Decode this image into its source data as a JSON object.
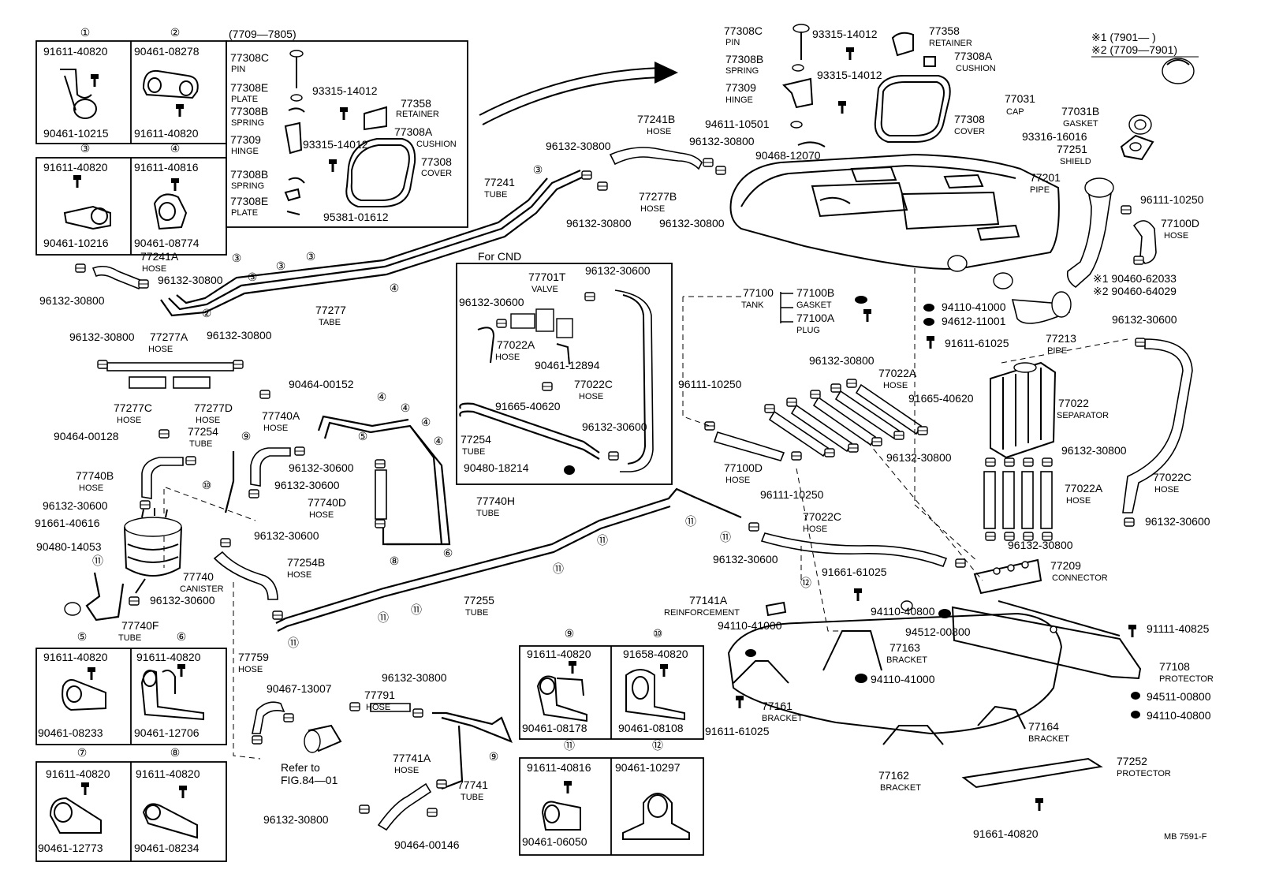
{
  "figure": {
    "code": "MB 7591-F",
    "notes": [
      "※1 (7901—      )",
      "※2 (7709—7901)"
    ],
    "inset_period": "(7709—7805)",
    "inset_cnd": "For CND",
    "refer_to": [
      "Refer to",
      "FIG.84—01"
    ]
  },
  "clamp_boxes": [
    {
      "num": "①",
      "parts": [
        "91611-40820",
        "90461-10215"
      ]
    },
    {
      "num": "②",
      "parts": [
        "90461-08278",
        "91611-40820"
      ]
    },
    {
      "num": "③",
      "parts": [
        "91611-40820",
        "90461-10216"
      ]
    },
    {
      "num": "④",
      "parts": [
        "91611-40816",
        "90461-08774"
      ]
    },
    {
      "num": "⑤",
      "parts": [
        "91611-40820",
        "90461-08233"
      ]
    },
    {
      "num": "⑥",
      "parts": [
        "91611-40820",
        "90461-12706"
      ]
    },
    {
      "num": "⑦",
      "parts": [
        "91611-40820",
        "90461-12773"
      ]
    },
    {
      "num": "⑧",
      "parts": [
        "91611-40820",
        "90461-08234"
      ]
    },
    {
      "num": "⑨",
      "parts": [
        "91611-40820",
        "90461-08178"
      ]
    },
    {
      "num": "⑩",
      "parts": [
        "91658-40820",
        "90461-08108"
      ]
    },
    {
      "num": "⑪",
      "parts": [
        "91611-40816",
        "90461-06050"
      ]
    },
    {
      "num": "⑫",
      "parts": [
        "90461-10297"
      ]
    }
  ],
  "inset_parts": [
    [
      "77308C",
      "PIN"
    ],
    [
      "77308E",
      "PLATE"
    ],
    [
      "77308B",
      "SPRING"
    ],
    [
      "77309",
      "HINGE"
    ],
    [
      "77308B",
      "SPRING"
    ],
    [
      "77308E",
      "PLATE"
    ],
    [
      "93315-14012",
      ""
    ],
    [
      "77358",
      "RETAINER"
    ],
    [
      "77308A",
      "CUSHION"
    ],
    [
      "93315-14012",
      ""
    ],
    [
      "77308",
      "COVER"
    ],
    [
      "95381-01612",
      ""
    ]
  ],
  "cnd_parts": [
    [
      "77701T",
      "VALVE"
    ],
    [
      "96132-30600",
      ""
    ],
    [
      "96132-30600",
      ""
    ],
    [
      "77022A",
      "HOSE"
    ],
    [
      "90461-12894",
      ""
    ],
    [
      "91665-40620",
      ""
    ],
    [
      "77022C",
      "HOSE"
    ],
    [
      "77254",
      "TUBE"
    ],
    [
      "96132-30600",
      ""
    ],
    [
      "90480-18214",
      ""
    ]
  ],
  "top_right_parts": [
    [
      "77308C",
      "PIN"
    ],
    [
      "93315-14012",
      ""
    ],
    [
      "77358",
      "RETAINER"
    ],
    [
      "77308B",
      "SPRING"
    ],
    [
      "77308A",
      "CUSHION"
    ],
    [
      "77309",
      "HINGE"
    ],
    [
      "93315-14012",
      ""
    ],
    [
      "94611-10501",
      ""
    ],
    [
      "77308",
      "COVER"
    ],
    [
      "90468-12070",
      ""
    ],
    [
      "77031",
      "CAP"
    ],
    [
      "77031B",
      "GASKET"
    ],
    [
      "93316-16016",
      ""
    ],
    [
      "77251",
      "SHIELD"
    ],
    [
      "77201",
      "PIPE"
    ],
    [
      "96111-10250",
      ""
    ],
    [
      "77100D",
      "HOSE"
    ],
    [
      "※1 90460-62033",
      ""
    ],
    [
      "※2 90460-64029",
      ""
    ],
    [
      "77213",
      "PIPE"
    ]
  ],
  "main_parts": [
    [
      "77241B",
      "HOSE"
    ],
    [
      "96132-30800",
      ""
    ],
    [
      "96132-30800",
      ""
    ],
    [
      "77277B",
      "HOSE"
    ],
    [
      "96132-30800",
      ""
    ],
    [
      "96132-30800",
      ""
    ],
    [
      "77241",
      "TUBE"
    ],
    [
      "77241A",
      "HOSE"
    ],
    [
      "96132-30800",
      ""
    ],
    [
      "96132-30800",
      ""
    ],
    [
      "77277",
      "TABE"
    ],
    [
      "96132-30800",
      ""
    ],
    [
      "77277A",
      "HOSE"
    ],
    [
      "96132-30800",
      ""
    ],
    [
      "77277C",
      "HOSE"
    ],
    [
      "77277D",
      "HOSE"
    ],
    [
      "90464-00152",
      ""
    ],
    [
      "90464-00128",
      ""
    ],
    [
      "77254",
      "TUBE"
    ],
    [
      "77740A",
      "HOSE"
    ],
    [
      "77740B",
      "HOSE"
    ],
    [
      "96132-30600",
      ""
    ],
    [
      "96132-30600",
      ""
    ],
    [
      "96132-30600",
      ""
    ],
    [
      "91661-40616",
      ""
    ],
    [
      "77740D",
      "HOSE"
    ],
    [
      "77740H",
      "TUBE"
    ],
    [
      "96132-30600",
      ""
    ],
    [
      "90480-14053",
      ""
    ],
    [
      "77254B",
      "HOSE"
    ],
    [
      "77740",
      "CANISTER"
    ],
    [
      "96132-30600",
      ""
    ],
    [
      "77740F",
      "TUBE"
    ],
    [
      "77255",
      "TUBE"
    ],
    [
      "77759",
      "HOSE"
    ],
    [
      "90467-13007",
      ""
    ],
    [
      "77791",
      "HOSE"
    ],
    [
      "96132-30800",
      ""
    ],
    [
      "77741A",
      "HOSE"
    ],
    [
      "77741",
      "TUBE"
    ],
    [
      "96132-30800",
      ""
    ],
    [
      "90464-00146",
      ""
    ]
  ],
  "tank_parts": [
    [
      "77100",
      "TANK"
    ],
    [
      "77100B",
      "GASKET"
    ],
    [
      "77100A",
      "PLUG"
    ],
    [
      "94110-41000",
      ""
    ],
    [
      "94612-11001",
      ""
    ],
    [
      "91611-61025",
      ""
    ],
    [
      "96132-30600",
      ""
    ],
    [
      "96132-30800",
      ""
    ],
    [
      "77022A",
      "HOSE"
    ],
    [
      "91665-40620",
      ""
    ],
    [
      "96111-10250",
      ""
    ],
    [
      "77022",
      "SEPARATOR"
    ],
    [
      "77100D",
      "HOSE"
    ],
    [
      "96132-30800",
      ""
    ],
    [
      "96132-30800",
      ""
    ],
    [
      "96111-10250",
      ""
    ],
    [
      "77022A",
      "HOSE"
    ],
    [
      "77022C",
      "HOSE"
    ],
    [
      "77022C",
      "HOSE"
    ],
    [
      "96132-30600",
      ""
    ],
    [
      "96132-30800",
      ""
    ],
    [
      "96132-30600",
      ""
    ],
    [
      "91661-61025",
      ""
    ],
    [
      "77209",
      "CONNECTOR"
    ],
    [
      "77141A",
      "REINFORCEMENT"
    ],
    [
      "94110-40800",
      ""
    ],
    [
      "94110-41000",
      ""
    ],
    [
      "94512-00800",
      ""
    ],
    [
      "91111-40825",
      ""
    ],
    [
      "77163",
      "BRACKET"
    ],
    [
      "94110-41000",
      ""
    ],
    [
      "77108",
      "PROTECTOR"
    ],
    [
      "94511-00800",
      ""
    ],
    [
      "94110-40800",
      ""
    ],
    [
      "77161",
      "BRACKET"
    ],
    [
      "91611-61025",
      ""
    ],
    [
      "77164",
      "BRACKET"
    ],
    [
      "77162",
      "BRACKET"
    ],
    [
      "77252",
      "PROTECTOR"
    ],
    [
      "91661-40820",
      ""
    ]
  ],
  "tube_clamp_callouts": [
    "①",
    "②",
    "③",
    "③",
    "③",
    "③",
    "③",
    "④",
    "④",
    "④",
    "④",
    "④",
    "⑤",
    "⑥",
    "⑧",
    "⑨",
    "⑨",
    "⑩",
    "⑪",
    "⑪",
    "⑪",
    "⑪",
    "⑪",
    "⑪",
    "⑪",
    "⑪",
    "⑫"
  ]
}
